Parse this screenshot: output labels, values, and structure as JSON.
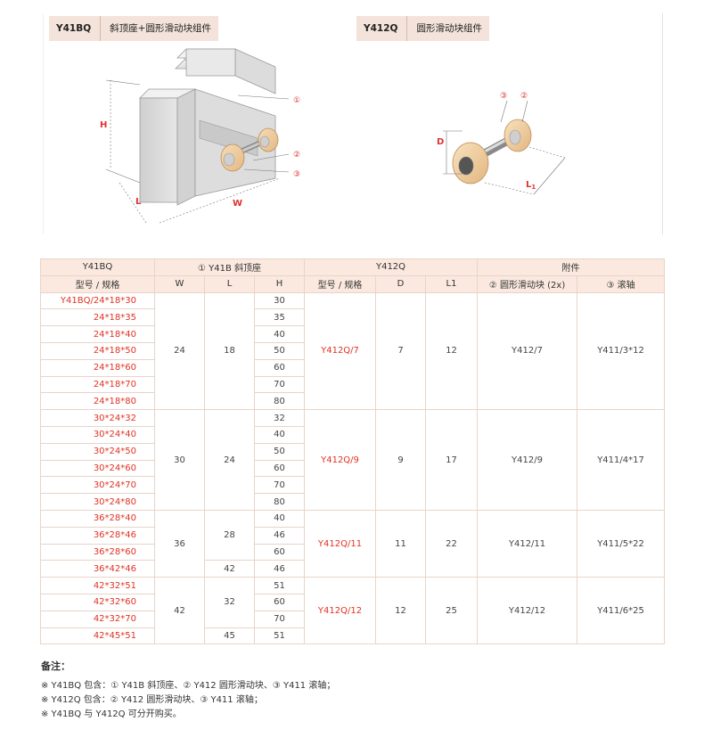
{
  "left_panel": {
    "code": "Y41BQ",
    "name": "斜顶座+圆形滑动块组件",
    "dims": {
      "h": "H",
      "l": "L",
      "w": "W"
    },
    "callouts": [
      "①",
      "②",
      "③"
    ]
  },
  "right_panel": {
    "code": "Y412Q",
    "name": "圆形滑动块组件",
    "dims": {
      "d": "D",
      "l1": "L1"
    },
    "callouts": [
      "③",
      "②"
    ]
  },
  "table": {
    "header1": [
      "Y41BQ",
      "① Y41B 斜顶座",
      "Y412Q",
      "附件"
    ],
    "header2": [
      "型号 / 规格",
      "W",
      "L",
      "H",
      "型号 / 规格",
      "D",
      "L1",
      "② 圆形滑动块 (2x)",
      "③ 滚轴"
    ],
    "groups": [
      {
        "w": "24",
        "l_parts": [
          {
            "value": "18",
            "span": 7
          }
        ],
        "y412q": "Y412Q/7",
        "d": "7",
        "l1": "12",
        "slider": "Y412/7",
        "roller": "Y411/3*12",
        "rows": [
          {
            "model": "Y41BQ/24*18*30",
            "h": "30"
          },
          {
            "model": "24*18*35",
            "h": "35"
          },
          {
            "model": "24*18*40",
            "h": "40"
          },
          {
            "model": "24*18*50",
            "h": "50"
          },
          {
            "model": "24*18*60",
            "h": "60"
          },
          {
            "model": "24*18*70",
            "h": "70"
          },
          {
            "model": "24*18*80",
            "h": "80"
          }
        ]
      },
      {
        "w": "30",
        "l_parts": [
          {
            "value": "24",
            "span": 6
          }
        ],
        "y412q": "Y412Q/9",
        "d": "9",
        "l1": "17",
        "slider": "Y412/9",
        "roller": "Y411/4*17",
        "rows": [
          {
            "model": "30*24*32",
            "h": "32"
          },
          {
            "model": "30*24*40",
            "h": "40"
          },
          {
            "model": "30*24*50",
            "h": "50"
          },
          {
            "model": "30*24*60",
            "h": "60"
          },
          {
            "model": "30*24*70",
            "h": "70"
          },
          {
            "model": "30*24*80",
            "h": "80"
          }
        ]
      },
      {
        "w": "36",
        "l_parts": [
          {
            "value": "28",
            "span": 3
          },
          {
            "value": "42",
            "span": 1
          }
        ],
        "y412q": "Y412Q/11",
        "d": "11",
        "l1": "22",
        "slider": "Y412/11",
        "roller": "Y411/5*22",
        "rows": [
          {
            "model": "36*28*40",
            "h": "40"
          },
          {
            "model": "36*28*46",
            "h": "46"
          },
          {
            "model": "36*28*60",
            "h": "60"
          },
          {
            "model": "36*42*46",
            "h": "46"
          }
        ]
      },
      {
        "w": "42",
        "l_parts": [
          {
            "value": "32",
            "span": 3
          },
          {
            "value": "45",
            "span": 1
          }
        ],
        "y412q": "Y412Q/12",
        "d": "12",
        "l1": "25",
        "slider": "Y412/12",
        "roller": "Y411/6*25",
        "rows": [
          {
            "model": "42*32*51",
            "h": "51"
          },
          {
            "model": "42*32*60",
            "h": "60"
          },
          {
            "model": "42*32*70",
            "h": "70"
          },
          {
            "model": "42*45*51",
            "h": "51"
          }
        ]
      }
    ]
  },
  "notes": {
    "title": "备注：",
    "lines": [
      "※ Y41BQ 包含：① Y41B 斜顶座、② Y412 圆形滑动块、③ Y411 滚轴；",
      "※ Y412Q 包含：② Y412 圆形滑动块、③ Y411 滚轴；",
      "※ Y41BQ 与 Y412Q 可分开购买。"
    ]
  }
}
